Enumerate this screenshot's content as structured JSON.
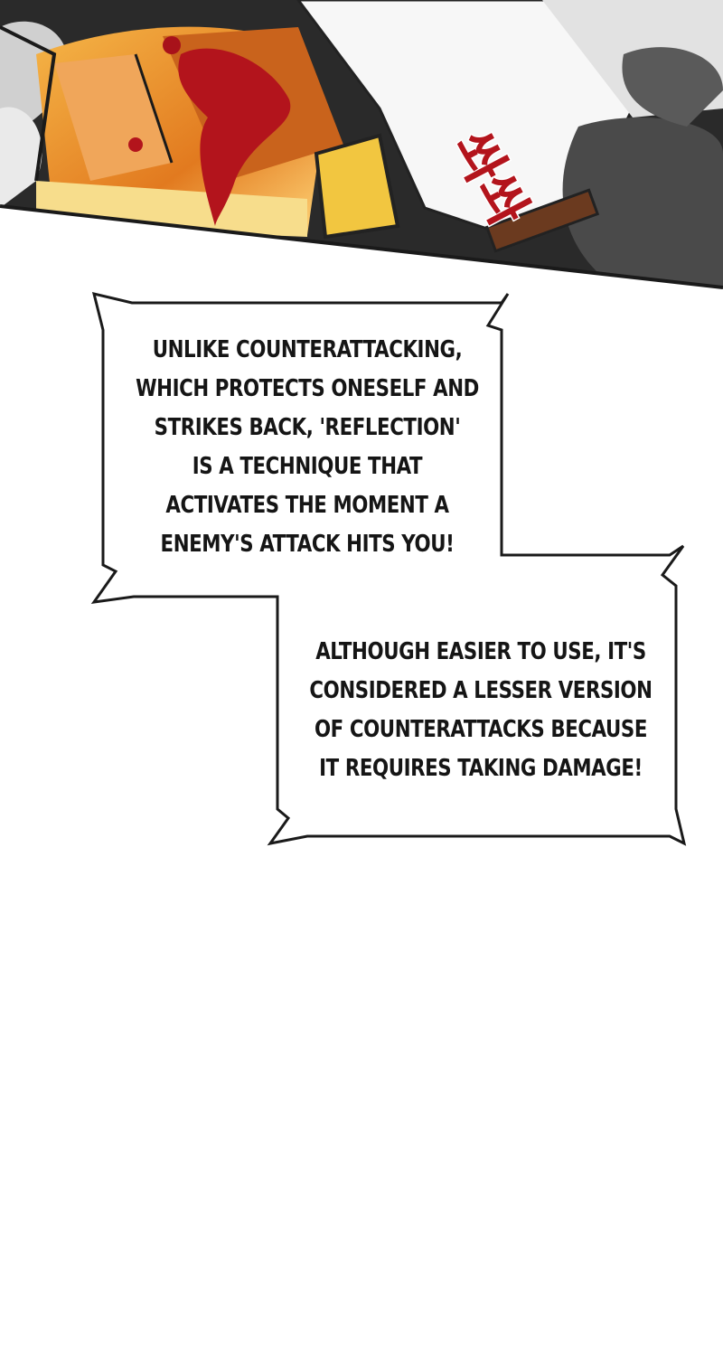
{
  "panel": {
    "art_description_icon": "action-scene-art",
    "sfx": "쏴쏴"
  },
  "captions": [
    {
      "lines": [
        "UNLIKE COUNTERATTACKING,",
        "WHICH PROTECTS ONESELF AND",
        "STRIKES BACK, 'REFLECTION'",
        "IS A TECHNIQUE THAT",
        "ACTIVATES THE MOMENT A",
        "ENEMY'S ATTACK HITS YOU!"
      ]
    },
    {
      "lines": [
        "ALTHOUGH EASIER TO USE, IT'S",
        "CONSIDERED A LESSER VERSION",
        "OF COUNTERATTACKS BECAUSE",
        "IT REQUIRES TAKING DAMAGE!"
      ]
    }
  ],
  "colors": {
    "background": "#ffffff",
    "border": "#1a1a1a",
    "blood": "#b3141c",
    "armor": "#d9822b",
    "smoke": "#4a4a4a"
  }
}
